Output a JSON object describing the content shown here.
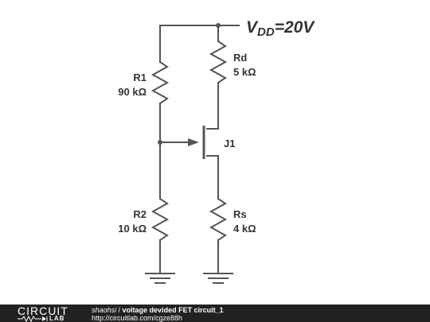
{
  "schematic": {
    "supply": {
      "symbol": "V",
      "subscript": "DD",
      "value": "=20V"
    },
    "components": {
      "R1": {
        "name": "R1",
        "value": "90 kΩ"
      },
      "R2": {
        "name": "R2",
        "value": "10 kΩ"
      },
      "Rd": {
        "name": "Rd",
        "value": "5 kΩ"
      },
      "Rs": {
        "name": "Rs",
        "value": "4 kΩ"
      },
      "J1": {
        "name": "J1"
      }
    }
  },
  "footer": {
    "logo_top": "CIRCUIT",
    "logo_bottom": "LAB",
    "author": "shaohsi",
    "separator": " / ",
    "title": "voltage devided FET circuit_1",
    "url": "http://circuitlab.com/cgze88h"
  },
  "colors": {
    "wire": "#555555",
    "label": "#333333",
    "footer_bg": "#222222"
  }
}
